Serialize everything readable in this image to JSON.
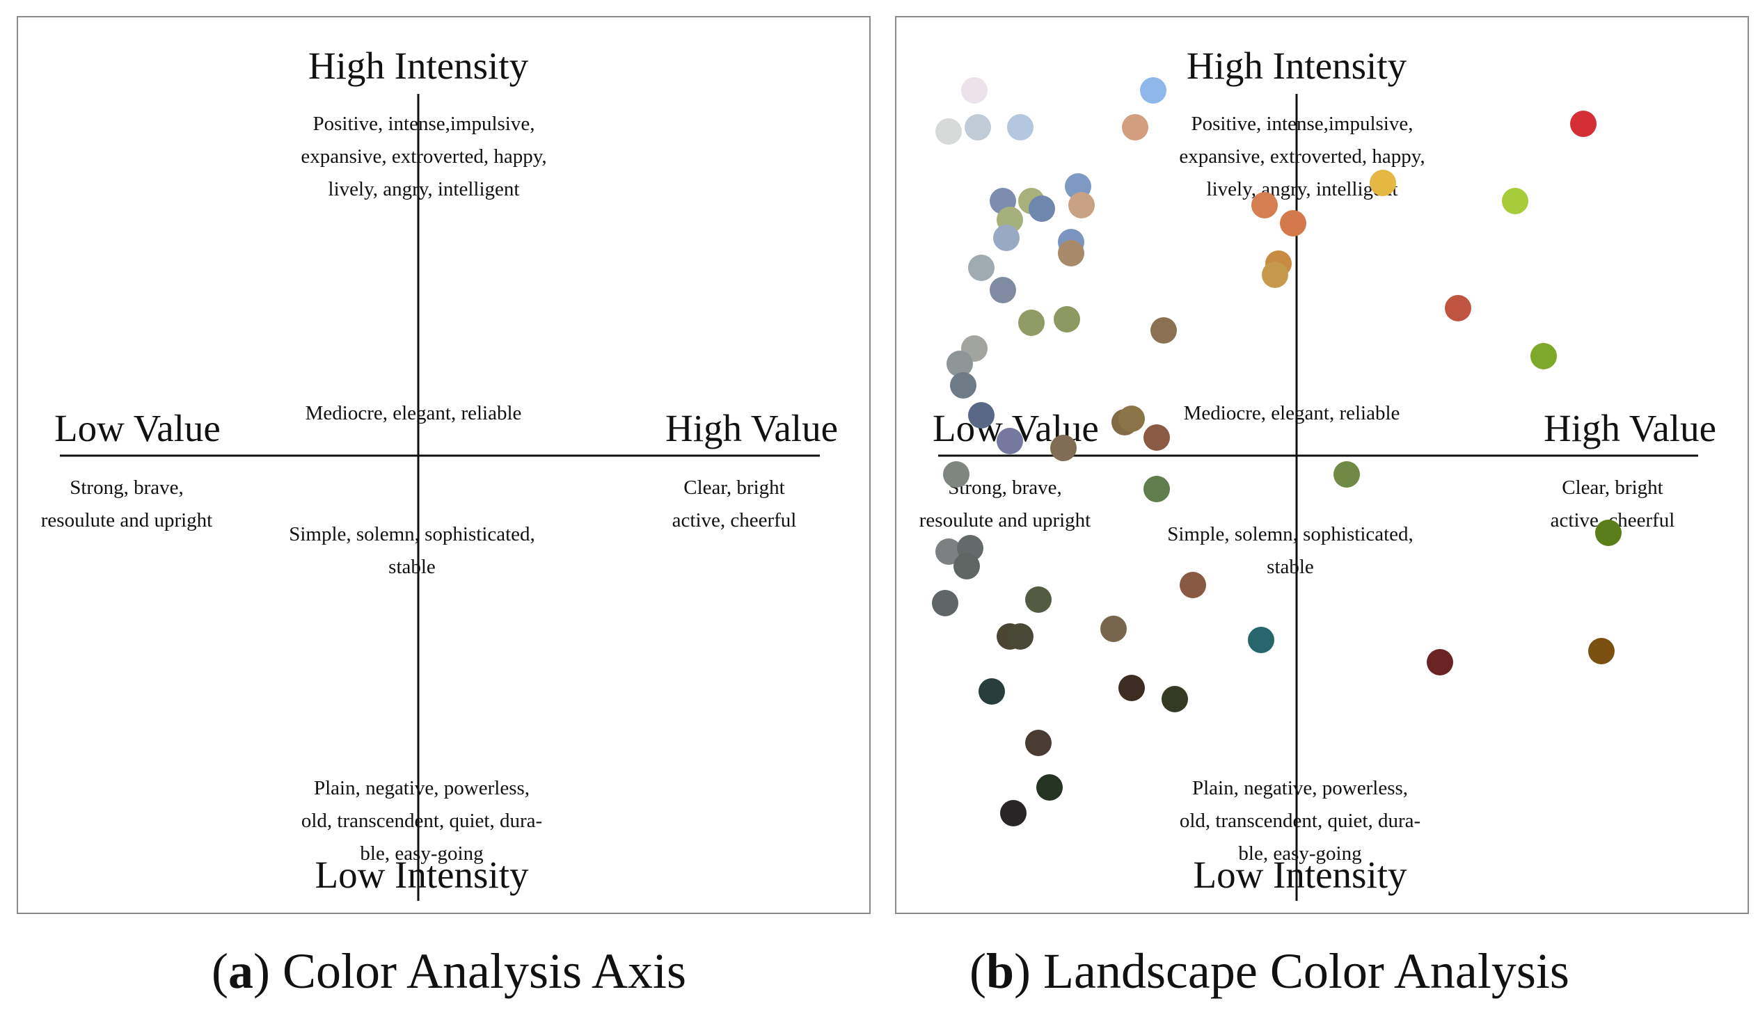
{
  "panels": [
    {
      "id": "a",
      "axes": {
        "top": "High Intensity",
        "bottom": "Low Intensity",
        "left": "Low Value",
        "right": "High Value"
      },
      "descriptions": {
        "top": [
          "Positive, intense,impulsive,",
          "expansive, extroverted, happy,",
          "lively, angry, intelligent"
        ],
        "center_top": [
          "Mediocre, elegant, reliable"
        ],
        "left": [
          "Strong, brave,",
          "resoulute and upright"
        ],
        "right": [
          "Clear, bright",
          "active, cheerful"
        ],
        "center_bottom": [
          "Simple, solemn, sophisticated,",
          "stable"
        ],
        "bottom": [
          "Plain, negative, powerless,",
          "old, transcendent, quiet, dura-",
          "ble, easy-going"
        ]
      },
      "caption": {
        "letter": "a",
        "text": "Color Analysis Axis"
      }
    },
    {
      "id": "b",
      "axes": {
        "top": "High Intensity",
        "bottom": "Low Intensity",
        "left": "Low Value",
        "right": "High Value"
      },
      "descriptions": {
        "top": [
          "Positive, intense,impulsive,",
          "expansive, extroverted, happy,",
          "lively, angry, intelligent"
        ],
        "center_top": [
          "Mediocre, elegant, reliable"
        ],
        "left": [
          "Strong, brave,",
          "resoulute and upright"
        ],
        "right": [
          "Clear, bright",
          "active, cheerful"
        ],
        "center_bottom": [
          "Simple, solemn, sophisticated,",
          "stable"
        ],
        "bottom": [
          "Plain, negative, powerless,",
          "old, transcendent, quiet, dura-",
          "ble, easy-going"
        ]
      },
      "caption": {
        "letter": "b",
        "text": "Landscape Color Analysis"
      }
    }
  ],
  "color_points": [
    {
      "value": -0.9,
      "intensity": 0.99,
      "color": "#ece2ea"
    },
    {
      "value": -0.97,
      "intensity": 0.88,
      "color": "#d8d9d9"
    },
    {
      "value": -0.89,
      "intensity": 0.89,
      "color": "#c0cbd5"
    },
    {
      "value": -0.77,
      "intensity": 0.89,
      "color": "#b4c6e0"
    },
    {
      "value": -0.45,
      "intensity": 0.89,
      "color": "#d39d7f"
    },
    {
      "value": -0.61,
      "intensity": 0.73,
      "color": "#7f9ac2"
    },
    {
      "value": -0.82,
      "intensity": 0.69,
      "color": "#7d8db0"
    },
    {
      "value": -0.74,
      "intensity": 0.69,
      "color": "#a8b07c"
    },
    {
      "value": -0.71,
      "intensity": 0.67,
      "color": "#6f86ad"
    },
    {
      "value": -0.6,
      "intensity": 0.68,
      "color": "#c9a286"
    },
    {
      "value": -0.8,
      "intensity": 0.64,
      "color": "#a5b07c"
    },
    {
      "value": -0.81,
      "intensity": 0.59,
      "color": "#9aa9c3"
    },
    {
      "value": -0.63,
      "intensity": 0.58,
      "color": "#7b95c0"
    },
    {
      "value": -0.63,
      "intensity": 0.55,
      "color": "#a88a6a"
    },
    {
      "value": -0.88,
      "intensity": 0.51,
      "color": "#9faab1"
    },
    {
      "value": -0.82,
      "intensity": 0.45,
      "color": "#7f8ba0"
    },
    {
      "value": -0.74,
      "intensity": 0.36,
      "color": "#909c63"
    },
    {
      "value": -0.64,
      "intensity": 0.37,
      "color": "#8c9a62"
    },
    {
      "value": -0.37,
      "intensity": 0.34,
      "color": "#8b7152"
    },
    {
      "value": -0.9,
      "intensity": 0.29,
      "color": "#a2a4a0"
    },
    {
      "value": -0.94,
      "intensity": 0.25,
      "color": "#8d9596"
    },
    {
      "value": -0.93,
      "intensity": 0.19,
      "color": "#6e7b86"
    },
    {
      "value": -0.88,
      "intensity": 0.11,
      "color": "#596886"
    },
    {
      "value": -0.8,
      "intensity": 0.04,
      "color": "#7579a0"
    },
    {
      "value": -0.65,
      "intensity": 0.02,
      "color": "#7f6d55"
    },
    {
      "value": -0.48,
      "intensity": 0.09,
      "color": "#826a46"
    },
    {
      "value": -0.46,
      "intensity": 0.1,
      "color": "#8a7448"
    },
    {
      "value": -0.39,
      "intensity": 0.05,
      "color": "#8a5a44"
    },
    {
      "value": -0.95,
      "intensity": -0.05,
      "color": "#7f857f"
    },
    {
      "value": -0.39,
      "intensity": -0.09,
      "color": "#5f7d4d"
    },
    {
      "value": 0.14,
      "intensity": -0.05,
      "color": "#6e8a45"
    },
    {
      "value": -0.97,
      "intensity": -0.26,
      "color": "#7c8081"
    },
    {
      "value": -0.91,
      "intensity": -0.25,
      "color": "#646a6a"
    },
    {
      "value": -0.92,
      "intensity": -0.3,
      "color": "#5f6563"
    },
    {
      "value": -0.29,
      "intensity": -0.35,
      "color": "#885943"
    },
    {
      "value": -0.98,
      "intensity": -0.4,
      "color": "#606668"
    },
    {
      "value": -0.72,
      "intensity": -0.39,
      "color": "#535c42"
    },
    {
      "value": -0.8,
      "intensity": -0.49,
      "color": "#4a4432"
    },
    {
      "value": -0.77,
      "intensity": -0.49,
      "color": "#4a4836"
    },
    {
      "value": -0.51,
      "intensity": -0.47,
      "color": "#77654c"
    },
    {
      "value": -0.1,
      "intensity": -0.5,
      "color": "#27666a"
    },
    {
      "value": -0.85,
      "intensity": -0.64,
      "color": "#283e3d"
    },
    {
      "value": -0.46,
      "intensity": -0.63,
      "color": "#3d2c22"
    },
    {
      "value": -0.34,
      "intensity": -0.66,
      "color": "#343a24"
    },
    {
      "value": -0.72,
      "intensity": -0.78,
      "color": "#4a3c33"
    },
    {
      "value": -0.69,
      "intensity": -0.9,
      "color": "#263424"
    },
    {
      "value": -0.79,
      "intensity": -0.97,
      "color": "#272525"
    },
    {
      "value": -0.4,
      "intensity": 0.99,
      "color": "#8fb8ea"
    },
    {
      "value": 0.24,
      "intensity": 0.74,
      "color": "#e5b743"
    },
    {
      "value": -0.09,
      "intensity": 0.68,
      "color": "#d47e52"
    },
    {
      "value": -0.01,
      "intensity": 0.63,
      "color": "#d4794c"
    },
    {
      "value": -0.05,
      "intensity": 0.52,
      "color": "#c88b42"
    },
    {
      "value": -0.06,
      "intensity": 0.49,
      "color": "#c59a4d"
    },
    {
      "value": 0.8,
      "intensity": 0.9,
      "color": "#d42e36"
    },
    {
      "value": 0.61,
      "intensity": 0.69,
      "color": "#a6cb3b"
    },
    {
      "value": 0.45,
      "intensity": 0.4,
      "color": "#bf5440"
    },
    {
      "value": 0.69,
      "intensity": 0.27,
      "color": "#7da92a"
    },
    {
      "value": 0.87,
      "intensity": -0.21,
      "color": "#5b7e1b"
    },
    {
      "value": 0.4,
      "intensity": -0.56,
      "color": "#6a2424"
    },
    {
      "value": 0.85,
      "intensity": -0.53,
      "color": "#7a5010"
    }
  ]
}
